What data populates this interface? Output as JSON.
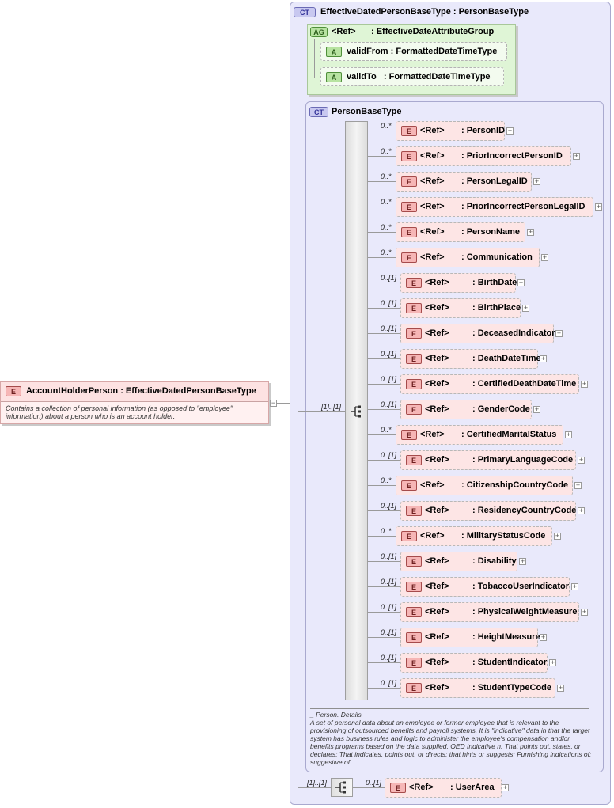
{
  "root": {
    "badge": "E",
    "name": "AccountHolderPerson",
    "type": " : EffectiveDatedPersonBaseType",
    "doc": "Contains a collection of personal information (as opposed to \"employee\" information) about a person who is an account holder."
  },
  "outer_ct": {
    "badge": "CT",
    "title": "EffectiveDatedPersonBaseType",
    "base": " : PersonBaseType"
  },
  "attr_group": {
    "badge": "AG",
    "ref": "<Ref>",
    "name": ": EffectiveDateAttributeGroup",
    "attributes": [
      {
        "badge": "A",
        "name": "validFrom",
        "type": ": FormattedDateTimeType"
      },
      {
        "badge": "A",
        "name": "validTo",
        "type": ": FormattedDateTimeType"
      }
    ]
  },
  "inner_ct": {
    "badge": "CT",
    "title": "PersonBaseType",
    "seq_cardinality": "[1]..[1]",
    "doc_heading": "Person. Details",
    "doc": "A set of personal data about an employee or former employee that is relevant to the provisioning of outsourced benefits and payroll systems. It is \"indicative\" data in that the target system has business rules and logic to administer the employee's compensation and/or benefits programs based on the data supplied. OED Indicative n. That points out, states, or declares; That indicates, points out, or directs; that hints or suggests; Furnishing indications of; suggestive of."
  },
  "elements": [
    {
      "card": "0..*",
      "ref": "<Ref>",
      "type": ": PersonID"
    },
    {
      "card": "0..*",
      "ref": "<Ref>",
      "type": ": PriorIncorrectPersonID"
    },
    {
      "card": "0..*",
      "ref": "<Ref>",
      "type": ": PersonLegalID"
    },
    {
      "card": "0..*",
      "ref": "<Ref>",
      "type": ": PriorIncorrectPersonLegalID"
    },
    {
      "card": "0..*",
      "ref": "<Ref>",
      "type": ": PersonName"
    },
    {
      "card": "0..*",
      "ref": "<Ref>",
      "type": ": Communication"
    },
    {
      "card": "0..[1]",
      "ref": "<Ref>",
      "type": ": BirthDate"
    },
    {
      "card": "0..[1]",
      "ref": "<Ref>",
      "type": ": BirthPlace"
    },
    {
      "card": "0..[1]",
      "ref": "<Ref>",
      "type": ": DeceasedIndicator"
    },
    {
      "card": "0..[1]",
      "ref": "<Ref>",
      "type": ": DeathDateTime"
    },
    {
      "card": "0..[1]",
      "ref": "<Ref>",
      "type": ": CertifiedDeathDateTime"
    },
    {
      "card": "0..[1]",
      "ref": "<Ref>",
      "type": ": GenderCode"
    },
    {
      "card": "0..*",
      "ref": "<Ref>",
      "type": ": CertifiedMaritalStatus"
    },
    {
      "card": "0..[1]",
      "ref": "<Ref>",
      "type": ": PrimaryLanguageCode"
    },
    {
      "card": "0..*",
      "ref": "<Ref>",
      "type": ": CitizenshipCountryCode"
    },
    {
      "card": "0..[1]",
      "ref": "<Ref>",
      "type": ": ResidencyCountryCode"
    },
    {
      "card": "0..*",
      "ref": "<Ref>",
      "type": ": MilitaryStatusCode"
    },
    {
      "card": "0..[1]",
      "ref": "<Ref>",
      "type": ": Disability"
    },
    {
      "card": "0..[1]",
      "ref": "<Ref>",
      "type": ": TobaccoUserIndicator"
    },
    {
      "card": "0..[1]",
      "ref": "<Ref>",
      "type": ": PhysicalWeightMeasure"
    },
    {
      "card": "0..[1]",
      "ref": "<Ref>",
      "type": ": HeightMeasure"
    },
    {
      "card": "0..[1]",
      "ref": "<Ref>",
      "type": ": StudentIndicator"
    },
    {
      "card": "0..[1]",
      "ref": "<Ref>",
      "type": ": StudentTypeCode"
    }
  ],
  "bottom": {
    "seq_cardinality": "[1]..[1]",
    "card": "0..[1]",
    "ref": "<Ref>",
    "type": ": UserArea"
  },
  "colors": {
    "element_fill": "#fde5e5",
    "ct_fill": "#e9e9fb",
    "ag_fill": "#dff5d6"
  }
}
